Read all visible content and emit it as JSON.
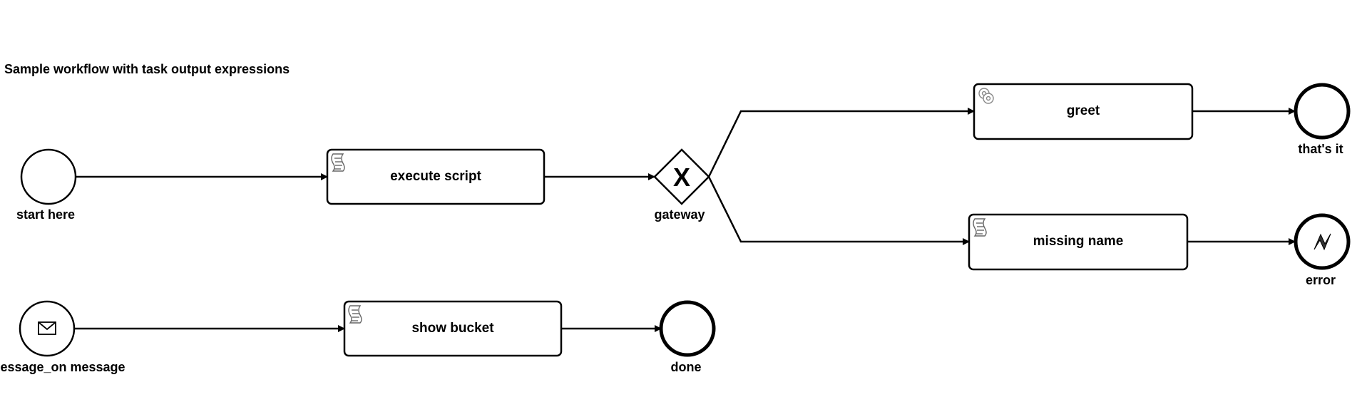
{
  "diagram": {
    "title": "Sample workflow with task output expressions",
    "events": {
      "start": {
        "label": "start here"
      },
      "message_start": {
        "label": "message_on message",
        "icon": "envelope-icon"
      },
      "end_thats_it": {
        "label": "that's it"
      },
      "end_error": {
        "label": "error",
        "icon": "lightning-icon"
      },
      "end_done": {
        "label": "done"
      }
    },
    "gateway": {
      "label": "gateway",
      "symbol": "X"
    },
    "tasks": {
      "execute_script": {
        "label": "execute script",
        "icon": "script-icon"
      },
      "greet": {
        "label": "greet",
        "icon": "gear-icon"
      },
      "missing_name": {
        "label": "missing name",
        "icon": "script-icon"
      },
      "show_bucket": {
        "label": "show bucket",
        "icon": "script-icon"
      }
    },
    "colors": {
      "stroke": "#000000",
      "fill": "#ffffff",
      "icon": "#999999"
    }
  }
}
